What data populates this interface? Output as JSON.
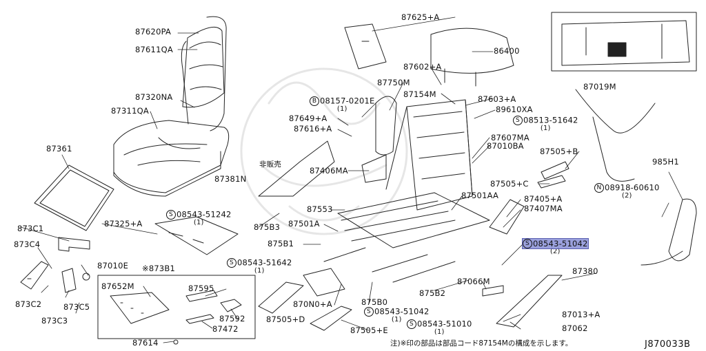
{
  "diagram": {
    "figure_code": "J870033B",
    "footnote": "注)※印の部品は部品コード87154Mの構成を示します。",
    "group_title": "※873B1",
    "not_for_sale": "非販売",
    "highlight_color": "#9aa0dc",
    "labels": [
      {
        "id": "87620PA",
        "text": "87620PA"
      },
      {
        "id": "87611QA",
        "text": "87611QA"
      },
      {
        "id": "87320NA",
        "text": "87320NA"
      },
      {
        "id": "87311QA",
        "text": "87311QA"
      },
      {
        "id": "87361",
        "text": "87361"
      },
      {
        "id": "87381N",
        "text": "87381N"
      },
      {
        "id": "87325A",
        "text": "87325+A"
      },
      {
        "id": "873C1",
        "text": "873C1"
      },
      {
        "id": "873C4",
        "text": "873C4"
      },
      {
        "id": "87010E",
        "text": "87010E"
      },
      {
        "id": "873C2",
        "text": "873C2"
      },
      {
        "id": "873C5",
        "text": "873C5"
      },
      {
        "id": "873C3",
        "text": "873C3"
      },
      {
        "id": "87652M",
        "text": "87652M"
      },
      {
        "id": "87595",
        "text": "87595"
      },
      {
        "id": "87592",
        "text": "87592"
      },
      {
        "id": "87472",
        "text": "87472"
      },
      {
        "id": "87614",
        "text": "87614"
      },
      {
        "id": "87625A",
        "text": "87625+A"
      },
      {
        "id": "86400",
        "text": "86400"
      },
      {
        "id": "87602A",
        "text": "87602+A"
      },
      {
        "id": "87750M",
        "text": "87750M"
      },
      {
        "id": "87154M",
        "text": "87154M"
      },
      {
        "id": "87603A",
        "text": "87603+A"
      },
      {
        "id": "89610XA",
        "text": "89610XA"
      },
      {
        "id": "87649A",
        "text": "87649+A"
      },
      {
        "id": "87616A",
        "text": "87616+A"
      },
      {
        "id": "87607MA",
        "text": "87607MA"
      },
      {
        "id": "87010BA",
        "text": "87010BA"
      },
      {
        "id": "87406MA",
        "text": "87406MA"
      },
      {
        "id": "87505B",
        "text": "87505+B"
      },
      {
        "id": "87505C",
        "text": "87505+C"
      },
      {
        "id": "87501AA",
        "text": "87501AA"
      },
      {
        "id": "87553",
        "text": "87553"
      },
      {
        "id": "87405A",
        "text": "87405+A"
      },
      {
        "id": "87407MA",
        "text": "87407MA"
      },
      {
        "id": "875B3",
        "text": "875B3"
      },
      {
        "id": "87501A",
        "text": "87501A"
      },
      {
        "id": "875B1",
        "text": "875B1"
      },
      {
        "id": "87066M",
        "text": "87066M"
      },
      {
        "id": "87380",
        "text": "87380"
      },
      {
        "id": "870N0A",
        "text": "870N0+A"
      },
      {
        "id": "875B0",
        "text": "875B0"
      },
      {
        "id": "875B2",
        "text": "875B2"
      },
      {
        "id": "87505D",
        "text": "87505+D"
      },
      {
        "id": "87505E",
        "text": "87505+E"
      },
      {
        "id": "87013A",
        "text": "87013+A"
      },
      {
        "id": "87062",
        "text": "87062"
      },
      {
        "id": "87019M",
        "text": "87019M"
      },
      {
        "id": "985H1",
        "text": "985H1"
      }
    ],
    "circled": [
      {
        "id": "c1",
        "mark": "B",
        "text": "08157-0201E",
        "qty": "(1)"
      },
      {
        "id": "c2",
        "mark": "S",
        "text": "08513-51642",
        "qty": "(1)"
      },
      {
        "id": "c3",
        "mark": "S",
        "text": "08543-51242",
        "qty": "(1)"
      },
      {
        "id": "c4",
        "mark": "S",
        "text": "08543-51642",
        "qty": "(1)"
      },
      {
        "id": "c5",
        "mark": "S",
        "text": "08543-51042",
        "qty": "(2)"
      },
      {
        "id": "c6",
        "mark": "S",
        "text": "08543-51042",
        "qty": "(1)"
      },
      {
        "id": "c7",
        "mark": "S",
        "text": "08543-51010",
        "qty": "(1)"
      },
      {
        "id": "c8",
        "mark": "N",
        "text": "08918-60610",
        "qty": "(2)"
      }
    ]
  }
}
